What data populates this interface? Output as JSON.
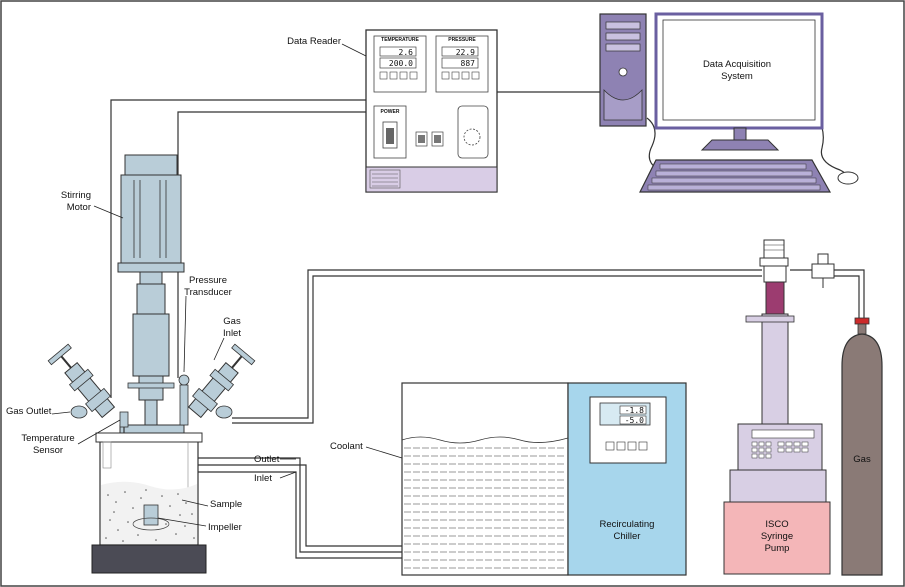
{
  "labels": {
    "data_reader": "Data Reader",
    "data_acquisition_system": [
      "Data Acquisition",
      "System"
    ],
    "stirring_motor": [
      "Stirring",
      "Motor"
    ],
    "pressure_transducer": [
      "Pressure",
      "Transducer"
    ],
    "gas_inlet": [
      "Gas",
      "Inlet"
    ],
    "gas_outlet": "Gas Outlet",
    "temperature_sensor": [
      "Temperature",
      "Sensor"
    ],
    "sample": "Sample",
    "impeller": "Impeller",
    "outlet": "Outlet",
    "inlet": "Inlet",
    "coolant": "Coolant",
    "recirculating_chiller": [
      "Recirculating",
      "Chiller"
    ],
    "isco_syringe_pump": [
      "ISCO",
      "Syringe",
      "Pump"
    ],
    "gas": "Gas"
  },
  "data_reader_panel": {
    "temperature_title": "TEMPERATURE",
    "pressure_title": "PRESSURE",
    "temperature_values": [
      "2.6",
      "200.0"
    ],
    "pressure_values": [
      "22.9",
      "887"
    ],
    "power_label": "POWER"
  },
  "chiller_display": {
    "values": [
      "-1.8",
      "-5.0"
    ]
  },
  "colors": {
    "motor": "#b9cdd8",
    "chiller": "#a7d6ec",
    "pump_body": "#d8cfe4",
    "pump_base": "#f4b6b8",
    "pump_top": "#9c3c70",
    "gas_cylinder": "#8a7a76",
    "gas_cap": "#cc2a2a",
    "reader_strip": "#d9cde6",
    "computer_purple": "#8e82b3",
    "screen_border": "#6a5fa0",
    "stand": "#4b4b55",
    "frame": "#444444"
  }
}
